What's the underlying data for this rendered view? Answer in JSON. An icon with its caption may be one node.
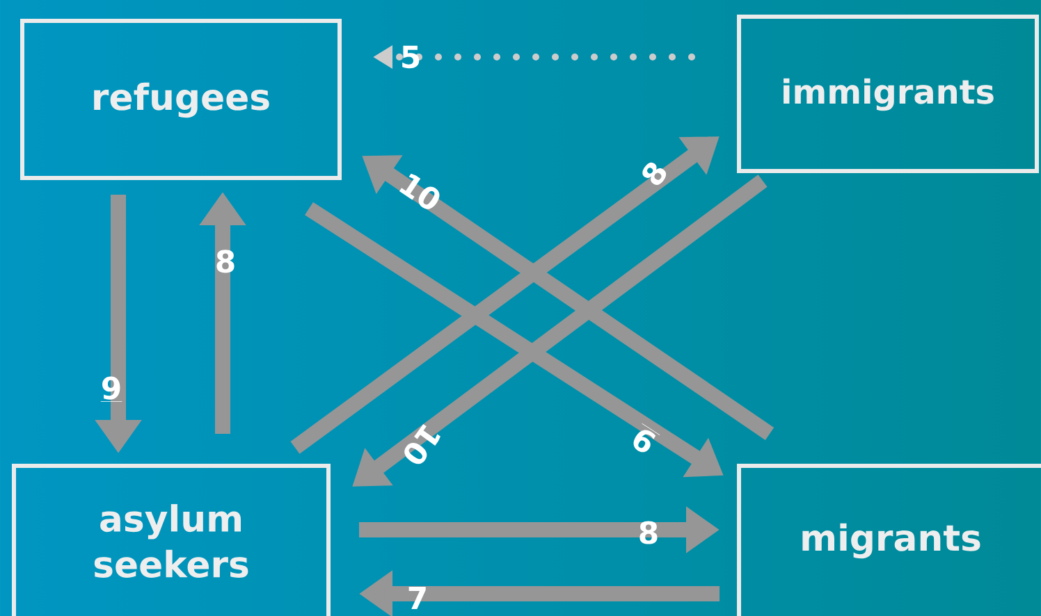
{
  "diagram": {
    "nodes": [
      {
        "text": [
          "refugees"
        ]
      },
      {
        "text": [
          "immigrants"
        ]
      },
      {
        "text": [
          "asylum seekers"
        ]
      },
      {
        "text": [
          "migrants"
        ]
      }
    ],
    "edges": [
      {
        "from": 0,
        "to": 2,
        "arrow": "to",
        "label": "9"
      },
      {
        "from": 2,
        "to": 0,
        "arrow": "to",
        "label": "8"
      },
      {
        "from": 1,
        "to": 0,
        "arrow": "to",
        "label": "5",
        "style": "dashed",
        "color": "#cccccc"
      },
      {
        "from": 3,
        "to": 0,
        "arrow": "to",
        "label": "10"
      },
      {
        "from": 2,
        "to": 1,
        "arrow": "to",
        "label": "8"
      },
      {
        "from": 1,
        "to": 2,
        "arrow": "to",
        "label": "10"
      },
      {
        "from": 0,
        "to": 3,
        "arrow": "to",
        "label": "9"
      },
      {
        "from": 2,
        "to": 3,
        "arrow": "to",
        "label": "8"
      },
      {
        "from": 3,
        "to": 2,
        "arrow": "to",
        "label": "7"
      }
    ]
  }
}
